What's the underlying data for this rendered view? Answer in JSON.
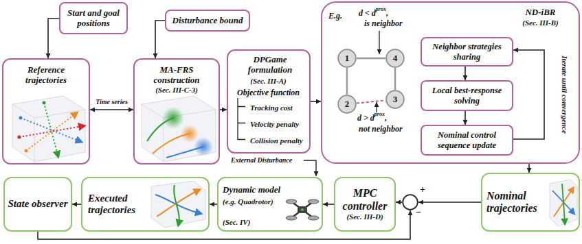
{
  "diagram": {
    "nodes": [
      {
        "text": [
          "Start and goal positions"
        ]
      },
      {
        "text": [
          "Disturbance bound"
        ]
      },
      {
        "text": [
          "Reference trajectories"
        ]
      },
      {
        "text": [
          "MA-FRS construction",
          "(Sec. III-C-3)"
        ]
      },
      {
        "text": [
          "DPGame formulation",
          "(Sec. III-A)",
          "Objective function",
          "Tracking cost",
          "Velocity penalty",
          "Collision penalty"
        ]
      },
      {
        "text": [
          "ND-iBR",
          "(Sec. III-B)"
        ]
      },
      {
        "text": [
          "1"
        ],
        "in": 5
      },
      {
        "text": [
          "4"
        ],
        "in": 5
      },
      {
        "text": [
          "2"
        ],
        "in": 5
      },
      {
        "text": [
          "3"
        ],
        "in": 5
      },
      {
        "text": [
          "Neighbor strategies sharing"
        ],
        "in": 5
      },
      {
        "text": [
          "Local best-response solving"
        ],
        "in": 5
      },
      {
        "text": [
          "Nominal control sequence update"
        ],
        "in": 5
      },
      {
        "text": [
          "State observer"
        ]
      },
      {
        "text": [
          "Executed trajectories"
        ]
      },
      {
        "text": [
          "Dynamic model",
          "(e.g. Quadrotor)",
          "(Sec. IV)"
        ]
      },
      {
        "text": [
          "MPC controller",
          "(Sec. III-D)"
        ]
      },
      {
        "text": [
          "+",
          "−"
        ]
      },
      {
        "text": [
          "Nominal trajectories"
        ]
      }
    ],
    "edges": [
      {
        "from": 0,
        "to": 2,
        "arrow": "to"
      },
      {
        "from": 2,
        "to": 3,
        "label": "Time series",
        "arrow": "both"
      },
      {
        "from": 1,
        "to": 3,
        "arrow": "to"
      },
      {
        "from": 3,
        "to": 4,
        "arrow": "to"
      },
      {
        "from": 4,
        "to": 5,
        "arrow": "to"
      },
      {
        "from": 6,
        "to": 7,
        "arrow": "none"
      },
      {
        "from": 6,
        "to": 8,
        "arrow": "none"
      },
      {
        "from": 7,
        "to": 9,
        "arrow": "none"
      },
      {
        "from": 8,
        "to": 9,
        "arrow": "none"
      },
      {
        "from": 10,
        "to": 11,
        "arrow": "to"
      },
      {
        "from": 11,
        "to": 12,
        "arrow": "to"
      },
      {
        "from": 12,
        "to": 10,
        "label": "Iterate until convergence",
        "arrow": "to"
      },
      {
        "from": 5,
        "to": 18,
        "arrow": "to"
      },
      {
        "from": 18,
        "to": 17,
        "arrow": "to"
      },
      {
        "from": 17,
        "to": 16,
        "arrow": "to"
      },
      {
        "from": 16,
        "to": 15,
        "arrow": "to"
      },
      {
        "from": 15,
        "to": 14,
        "arrow": "to"
      },
      {
        "from": 14,
        "to": 13,
        "arrow": "to"
      },
      {
        "from": 13,
        "to": 17,
        "arrow": "to"
      }
    ],
    "labels": [
      "E.g.",
      "d < d",
      "prox",
      ",",
      "is neighbor",
      "d > d",
      "prox",
      ",",
      "not neighbor",
      "External Disturbance"
    ]
  }
}
